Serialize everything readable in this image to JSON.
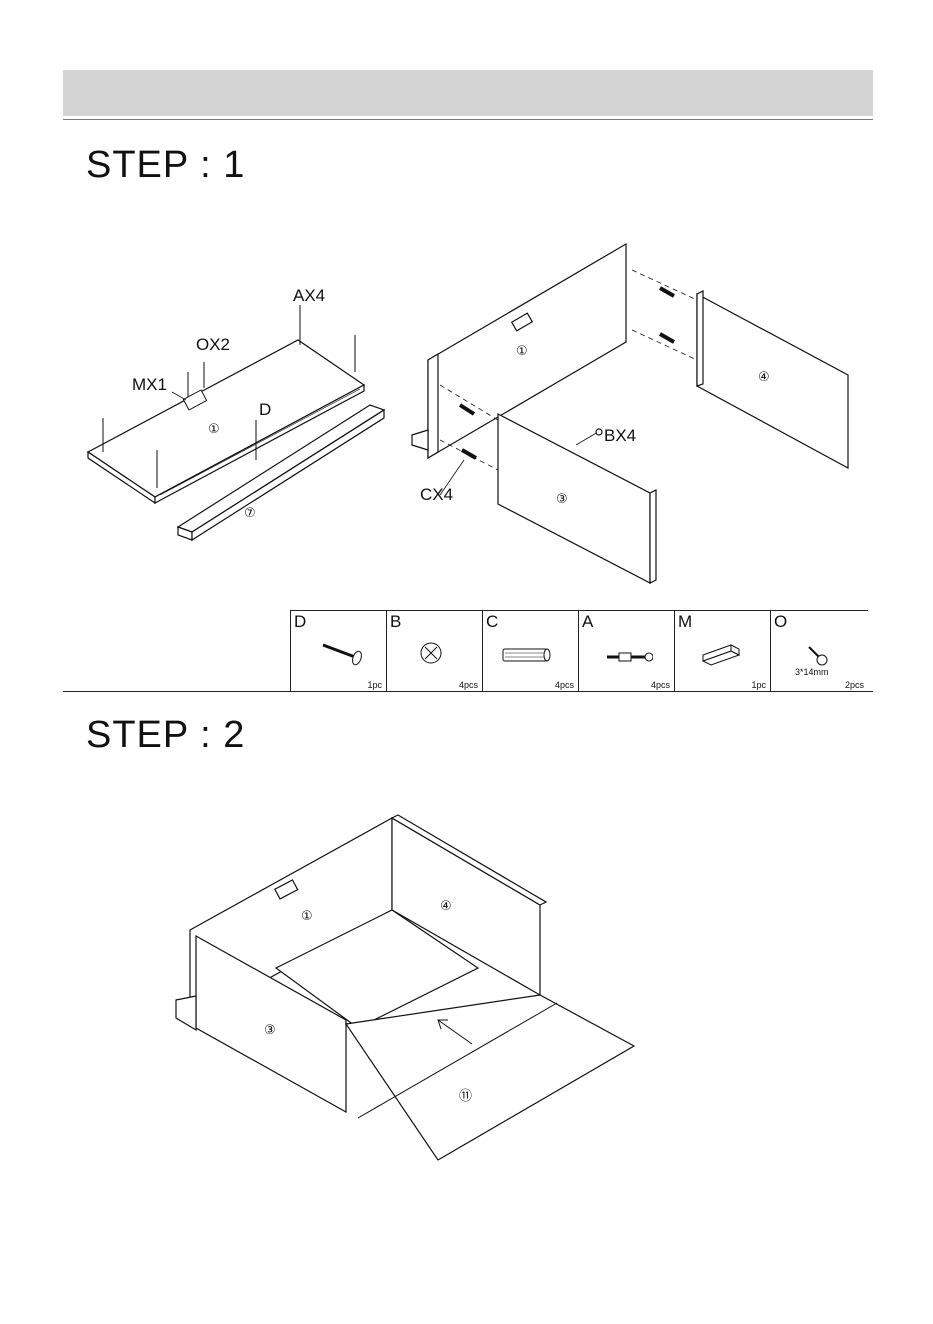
{
  "steps": [
    {
      "title": "STEP : 1"
    },
    {
      "title": "STEP : 2"
    }
  ],
  "step1": {
    "callouts": {
      "ax": "AX4",
      "ox": "OX2",
      "mx": "MX1",
      "d": "D",
      "bx": "BX4",
      "cx": "CX4"
    },
    "panels": {
      "p1a": "①",
      "p7": "⑦",
      "p1b": "①",
      "p4": "④",
      "p3": "③"
    }
  },
  "step2": {
    "panels": {
      "p1": "①",
      "p4": "④",
      "p3": "③",
      "p11": "⑪"
    }
  },
  "parts": [
    {
      "letter": "D",
      "qty": "1pc",
      "icon": "long-screw-icon"
    },
    {
      "letter": "B",
      "qty": "4pcs",
      "icon": "cam-lock-icon"
    },
    {
      "letter": "C",
      "qty": "4pcs",
      "icon": "wood-dowel-icon"
    },
    {
      "letter": "A",
      "qty": "4pcs",
      "icon": "cam-bolt-icon"
    },
    {
      "letter": "M",
      "qty": "1pc",
      "icon": "magnetic-catch-icon"
    },
    {
      "letter": "O",
      "qty": "2pcs",
      "size": "3*14mm",
      "icon": "small-screw-icon"
    }
  ]
}
